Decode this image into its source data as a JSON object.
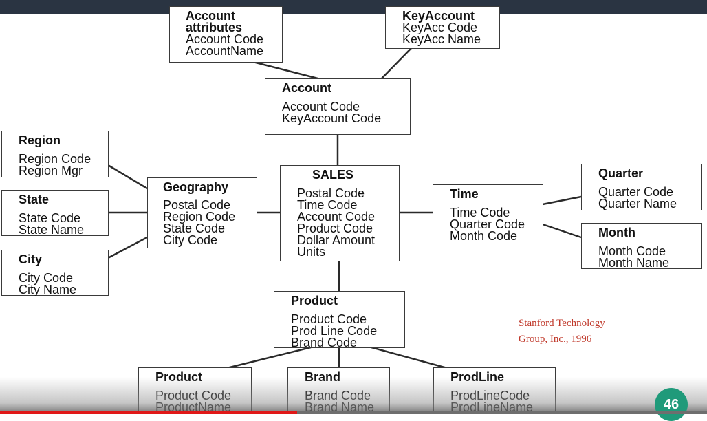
{
  "entities": {
    "account_attributes": {
      "title": "Account\nattributes",
      "fields": [
        "Account Code",
        "AccountName"
      ]
    },
    "key_account": {
      "title": "KeyAccount",
      "fields": [
        "KeyAcc Code",
        "KeyAcc Name"
      ]
    },
    "account": {
      "title": "Account",
      "fields": [
        "Account Code",
        "KeyAccount Code"
      ]
    },
    "region": {
      "title": "Region",
      "fields": [
        "Region Code",
        "Region Mgr"
      ]
    },
    "state": {
      "title": "State",
      "fields": [
        "State Code",
        "State Name"
      ]
    },
    "city": {
      "title": "City",
      "fields": [
        "City Code",
        "City Name"
      ]
    },
    "geography": {
      "title": "Geography",
      "fields": [
        "Postal Code",
        "Region Code",
        "State Code",
        "City Code"
      ]
    },
    "sales": {
      "title": "SALES",
      "fields": [
        "Postal Code",
        "Time Code",
        "Account Code",
        "Product Code",
        "Dollar Amount",
        "Units"
      ]
    },
    "time": {
      "title": "Time",
      "fields": [
        "Time Code",
        "Quarter Code",
        "Month Code"
      ]
    },
    "quarter": {
      "title": "Quarter",
      "fields": [
        "Quarter Code",
        "Quarter Name"
      ]
    },
    "month": {
      "title": "Month",
      "fields": [
        "Month Code",
        "Month Name"
      ]
    },
    "product": {
      "title": "Product",
      "fields": [
        "Product Code",
        "Prod Line Code",
        "Brand Code"
      ]
    },
    "product_dim": {
      "title": "Product",
      "fields": [
        "Product Code",
        "ProductName"
      ]
    },
    "brand": {
      "title": "Brand",
      "fields": [
        "Brand Code",
        "Brand Name"
      ]
    },
    "prodline": {
      "title": "ProdLine",
      "fields": [
        "ProdLineCode",
        "ProdLineName"
      ]
    }
  },
  "credit": {
    "line1": "Stanford Technology",
    "line2": "Group, Inc., 1996"
  },
  "page_number": "46",
  "video_progress": 0.42,
  "colors": {
    "top_bar": "#2a3442",
    "credit_text": "#c0392b",
    "page_badge": "#1f9a7a",
    "progress": "#e01818"
  }
}
